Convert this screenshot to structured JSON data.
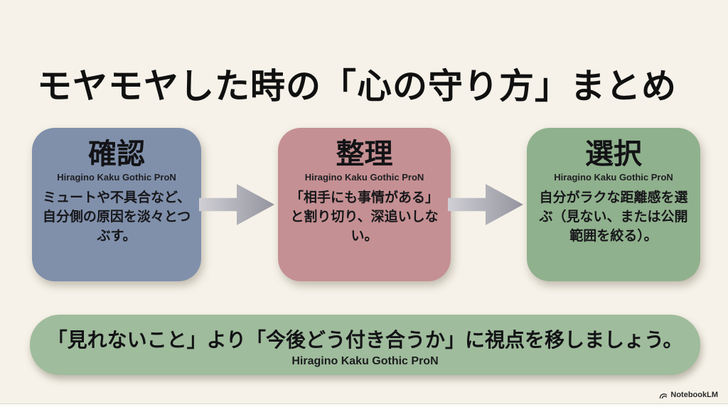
{
  "slide": {
    "title": "モヤモヤした時の「心の守り方」まとめ",
    "cards": [
      {
        "heading": "確認",
        "subheading": "Hiragino Kaku Gothic ProN",
        "body": "ミュートや不具合など、自分側の原因を淡々とつぶす。",
        "color": "#8090ab"
      },
      {
        "heading": "整理",
        "subheading": "Hiragino Kaku Gothic ProN",
        "body": "「相手にも事情がある」と割り切り、深追いしない。",
        "color": "#c59093"
      },
      {
        "heading": "選択",
        "subheading": "Hiragino Kaku Gothic ProN",
        "body": "自分がラクな距離感を選ぶ（見ない、または公開範囲を絞る）。",
        "color": "#90b18d"
      }
    ],
    "summary": {
      "text": "「見れないこと」より「今後どう付き合うか」に視点を移しましょう。",
      "subtext": "Hiragino Kaku Gothic ProN",
      "color": "#9fbc9c"
    },
    "watermark": {
      "label": "NotebookLM"
    },
    "colors": {
      "background": "#f6f2e9",
      "arrow": "#94949f",
      "text": "#141414"
    }
  }
}
